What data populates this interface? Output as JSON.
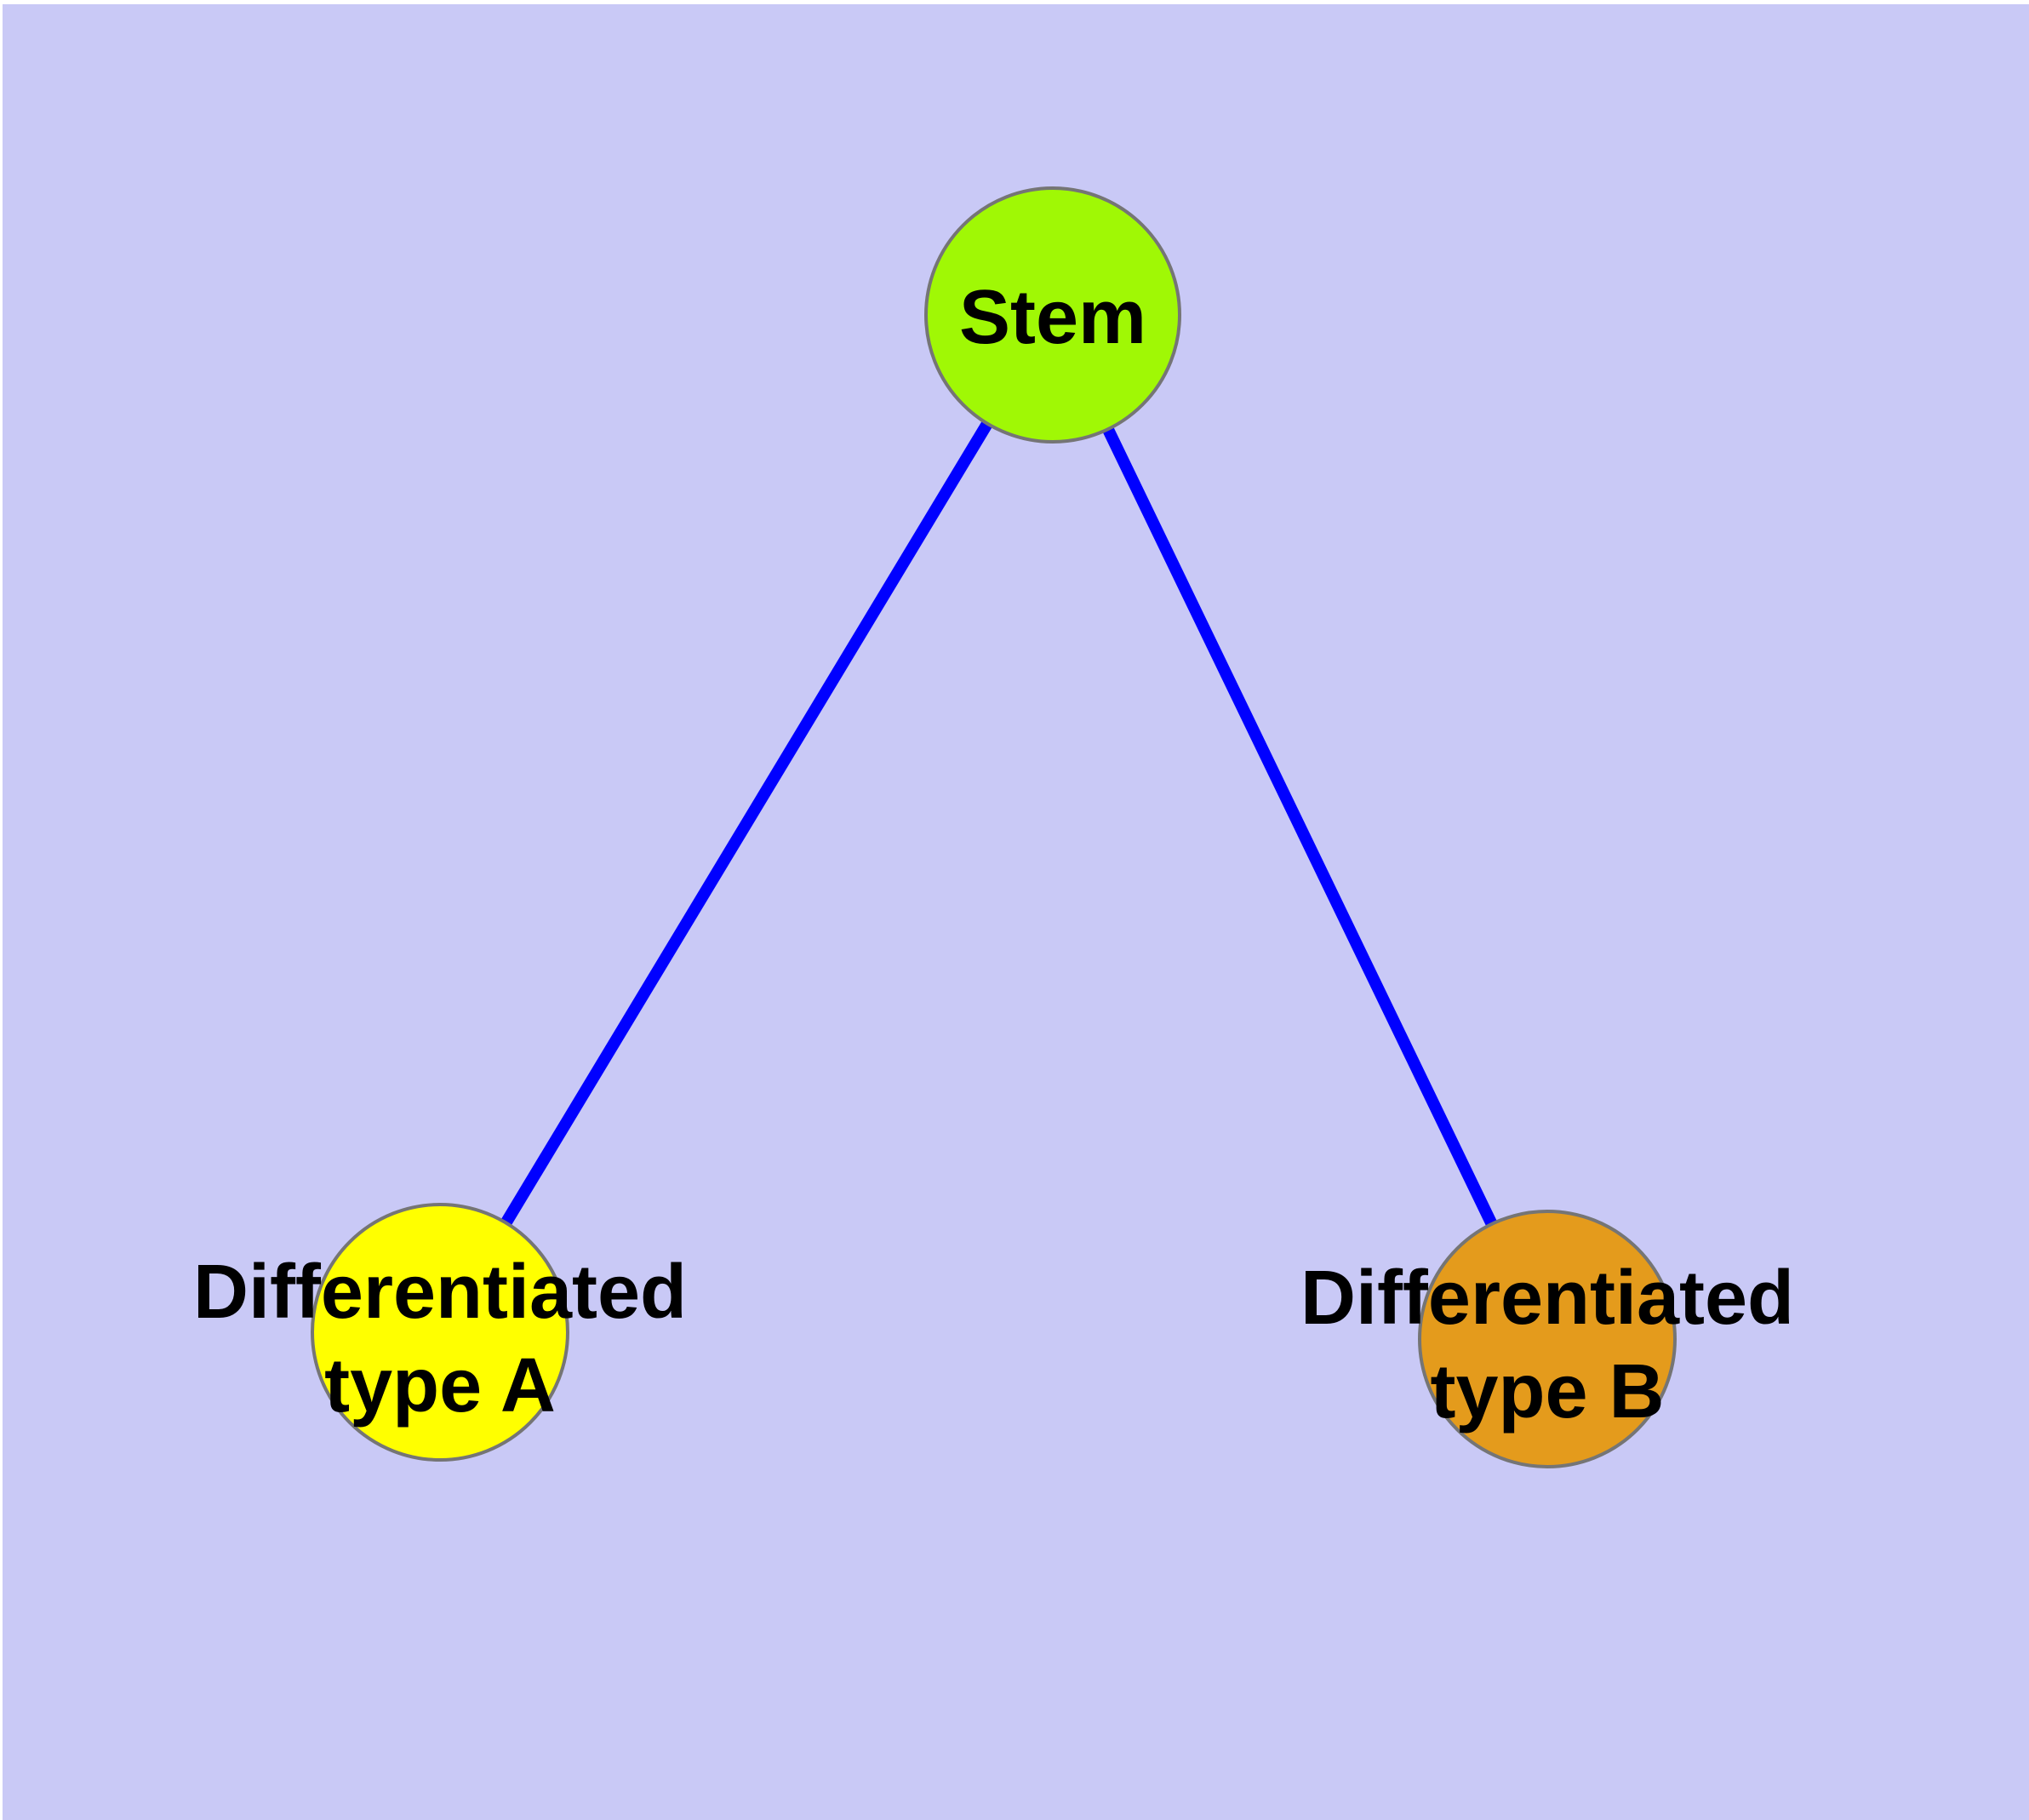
{
  "diagram": {
    "type": "node-link-graph",
    "background_color": "#c9c9f6",
    "margin_color": "#ffffff",
    "edge_color": "#0000ff",
    "node_border_color": "#757575",
    "label_color": "#000000",
    "nodes": [
      {
        "id": "stem",
        "label": "Stem",
        "label_lines": [
          "Stem"
        ],
        "color": "#a0f805",
        "position": "top-center"
      },
      {
        "id": "differentiated-type-a",
        "label": "Differentiated type A",
        "label_lines": [
          "Differentiated",
          "type A"
        ],
        "color": "#ffff00",
        "position": "bottom-left"
      },
      {
        "id": "differentiated-type-b",
        "label": "Differentiated type B",
        "label_lines": [
          "Differentiated",
          "type B"
        ],
        "color": "#e49b1c",
        "position": "bottom-right"
      }
    ],
    "edges": [
      {
        "from": "Stem",
        "to": "Differentiated type A"
      },
      {
        "from": "Stem",
        "to": "Differentiated type B"
      }
    ]
  }
}
